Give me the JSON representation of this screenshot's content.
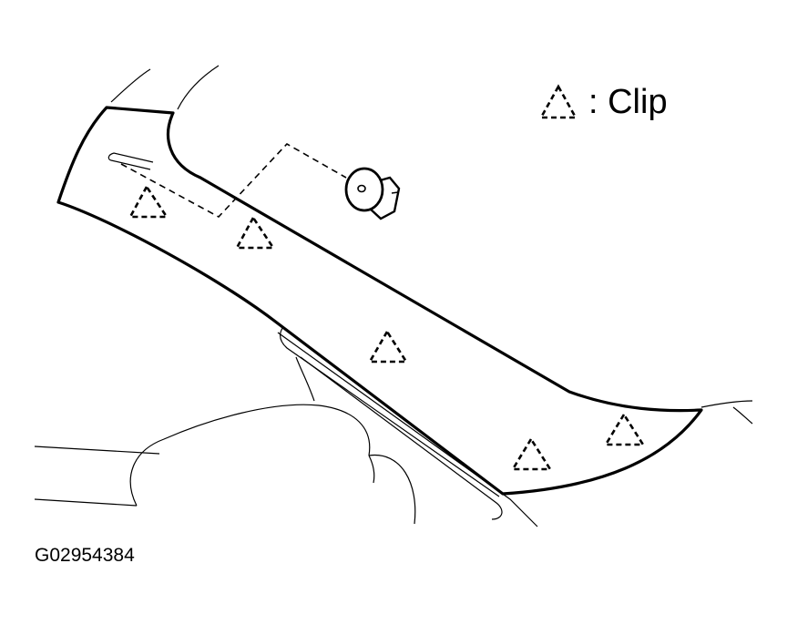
{
  "legend": {
    "symbol": "dashed-triangle",
    "label": ": Clip"
  },
  "figure_code": "G02954384",
  "parts": [
    {
      "name": "pillar-garnish",
      "type": "trim-panel"
    },
    {
      "name": "clip",
      "count": 5
    },
    {
      "name": "fastener",
      "type": "grommet"
    }
  ]
}
